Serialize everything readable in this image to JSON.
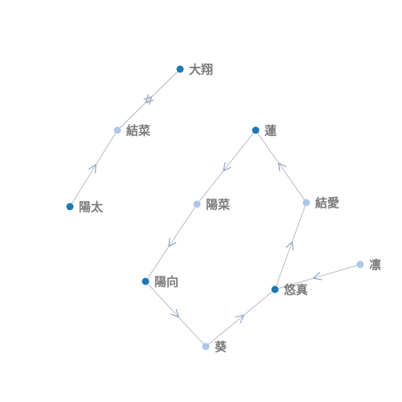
{
  "colors": {
    "node_dark": "#1f77b4",
    "node_light": "#aec7e8",
    "edge": "#b4bcc8",
    "label": "#7a7a7a"
  },
  "graph": {
    "nodes": [
      {
        "id": "daiki",
        "label": "大翔",
        "shade": "dark"
      },
      {
        "id": "yuina",
        "label": "結菜",
        "shade": "light"
      },
      {
        "id": "youta",
        "label": "陽太",
        "shade": "dark"
      },
      {
        "id": "ren",
        "label": "蓮",
        "shade": "dark"
      },
      {
        "id": "yua",
        "label": "結愛",
        "shade": "light"
      },
      {
        "id": "hina",
        "label": "陽菜",
        "shade": "light"
      },
      {
        "id": "rin",
        "label": "凛",
        "shade": "light"
      },
      {
        "id": "hinata",
        "label": "陽向",
        "shade": "dark"
      },
      {
        "id": "yuma",
        "label": "悠真",
        "shade": "dark"
      },
      {
        "id": "aoi",
        "label": "葵",
        "shade": "light"
      }
    ],
    "edges": [
      {
        "source": "youta",
        "target": "yuina"
      },
      {
        "source": "yuina",
        "target": "daiki"
      },
      {
        "source": "daiki",
        "target": "yuina"
      },
      {
        "source": "ren",
        "target": "hina"
      },
      {
        "source": "hina",
        "target": "hinata"
      },
      {
        "source": "hinata",
        "target": "aoi"
      },
      {
        "source": "aoi",
        "target": "yuma"
      },
      {
        "source": "rin",
        "target": "yuma"
      },
      {
        "source": "yuma",
        "target": "yua"
      },
      {
        "source": "yua",
        "target": "ren"
      }
    ]
  }
}
